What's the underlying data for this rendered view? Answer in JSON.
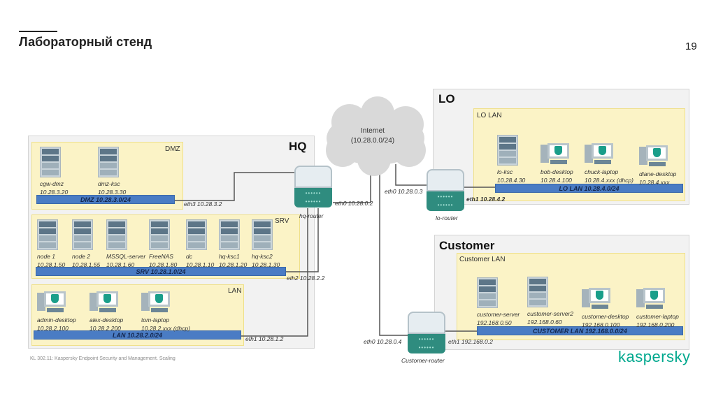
{
  "header": {
    "title": "Лабораторный стенд",
    "page_number": "19"
  },
  "footer": {
    "text": "KL 302.11: Kaspersky Endpoint Security and Management. Scaling",
    "logo": "kaspersky"
  },
  "colors": {
    "accent": "#00a88e",
    "zone": "#fbf3c6",
    "bar": "#4a7cc4",
    "router": "#2f8c7f"
  },
  "internet": {
    "label": "Internet",
    "subnet": "(10.28.0.0/24)"
  },
  "hq": {
    "label": "HQ",
    "router": {
      "name": "hq-router",
      "eth0": "eth0 10.28.0.2",
      "eth1": "eth1 10.28.1.2",
      "eth2": "eth2 10.28.2.2",
      "eth3": "eth3 10.28.3.2"
    },
    "dmz": {
      "label": "DMZ",
      "bar": "DMZ 10.28.3.0/24",
      "nodes": [
        {
          "type": "server",
          "name": "cgw-dmz",
          "ip": "10.28.3.20"
        },
        {
          "type": "server",
          "name": "dmz-ksc",
          "ip": "10.28.3.30"
        }
      ]
    },
    "srv": {
      "label": "SRV",
      "bar": "SRV 10.28.1.0/24",
      "nodes": [
        {
          "type": "server",
          "name": "node 1",
          "ip": "10.28.1.50"
        },
        {
          "type": "server",
          "name": "node 2",
          "ip": "10.28.1.55"
        },
        {
          "type": "server",
          "name": "MSSQL-server",
          "ip": "10.28.1.60"
        },
        {
          "type": "server",
          "name": "FreeNAS",
          "ip": "10.28.1.80"
        },
        {
          "type": "server",
          "name": "dc",
          "ip": "10.28.1.10"
        },
        {
          "type": "server",
          "name": "hq-ksc1",
          "ip": "10.28.1.20"
        },
        {
          "type": "server",
          "name": "hq-ksc2",
          "ip": "10.28.1.30"
        }
      ]
    },
    "lan": {
      "label": "LAN",
      "bar": "LAN 10.28.2.0/24",
      "nodes": [
        {
          "type": "pc",
          "name": "admin-desktop",
          "ip": "10.28.2.100"
        },
        {
          "type": "pc",
          "name": "alex-desktop",
          "ip": "10.28.2.200"
        },
        {
          "type": "pc",
          "name": "tom-laptop",
          "ip": "10.28.2.xxx (dhcp)"
        }
      ]
    }
  },
  "lo": {
    "label": "LO",
    "router": {
      "name": "lo-router",
      "eth0": "eth0 10.28.0.3",
      "eth1": "eth1 10.28.4.2"
    },
    "lan": {
      "label": "LO LAN",
      "bar": "LO LAN 10.28.4.0/24",
      "nodes": [
        {
          "type": "server",
          "name": "lo-ksc",
          "ip": "10.28.4.30"
        },
        {
          "type": "pc",
          "name": "bob-desktop",
          "ip": "10.28.4.100"
        },
        {
          "type": "pc",
          "name": "chuck-laptop",
          "ip": "10.28.4.xxx (dhcp)"
        },
        {
          "type": "pc",
          "name": "diane-desktop",
          "ip": "10.28.4.xxx"
        }
      ]
    }
  },
  "customer": {
    "label": "Customer",
    "router": {
      "name": "Customer-router",
      "eth0": "eth0 10.28.0.4",
      "eth1": "eth1 192.168.0.2"
    },
    "lan": {
      "label": "Customer LAN",
      "bar": "CUSTOMER LAN 192.168.0.0/24",
      "nodes": [
        {
          "type": "server",
          "name": "customer-server",
          "ip": "192.168.0.50"
        },
        {
          "type": "server",
          "name": "customer-server2",
          "ip": "192.168.0.60"
        },
        {
          "type": "pc",
          "name": "customer-desktop",
          "ip": "192.168.0.100"
        },
        {
          "type": "pc",
          "name": "customer-laptop",
          "ip": "192.168.0.200"
        }
      ]
    }
  }
}
